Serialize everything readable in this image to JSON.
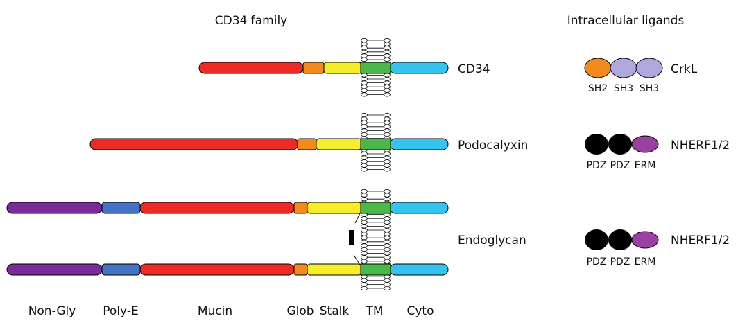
{
  "headers": {
    "family": "CD34 family",
    "ligands": "Intracellular ligands"
  },
  "proteins": {
    "cd34": "CD34",
    "podocalyxin": "Podocalyxin",
    "endoglycan": "Endoglycan"
  },
  "ligand_names": {
    "cd34": "CrkL",
    "podocalyxin": "NHERF1/2",
    "endoglycan": "NHERF1/2"
  },
  "ligand_domains": {
    "cd34": [
      "SH2",
      "SH3",
      "SH3"
    ],
    "podocalyxin": [
      "PDZ",
      "PDZ",
      "ERM"
    ],
    "endoglycan": [
      "PDZ",
      "PDZ",
      "ERM"
    ]
  },
  "domain_legend": [
    "Non-Gly",
    "Poly-E",
    "Mucin",
    "Glob",
    "Stalk",
    "TM",
    "Cyto"
  ],
  "colors": {
    "non_gly": "#7b2a9a",
    "poly_e": "#4472c4",
    "mucin": "#ee2a24",
    "glob": "#f28a1e",
    "stalk": "#f6ee2a",
    "tm": "#4bb84a",
    "cyto": "#36c3f0",
    "sh2": "#f28a1e",
    "sh3": "#b0a8dc",
    "pdz": "#000000",
    "erm": "#9b3fa0"
  }
}
